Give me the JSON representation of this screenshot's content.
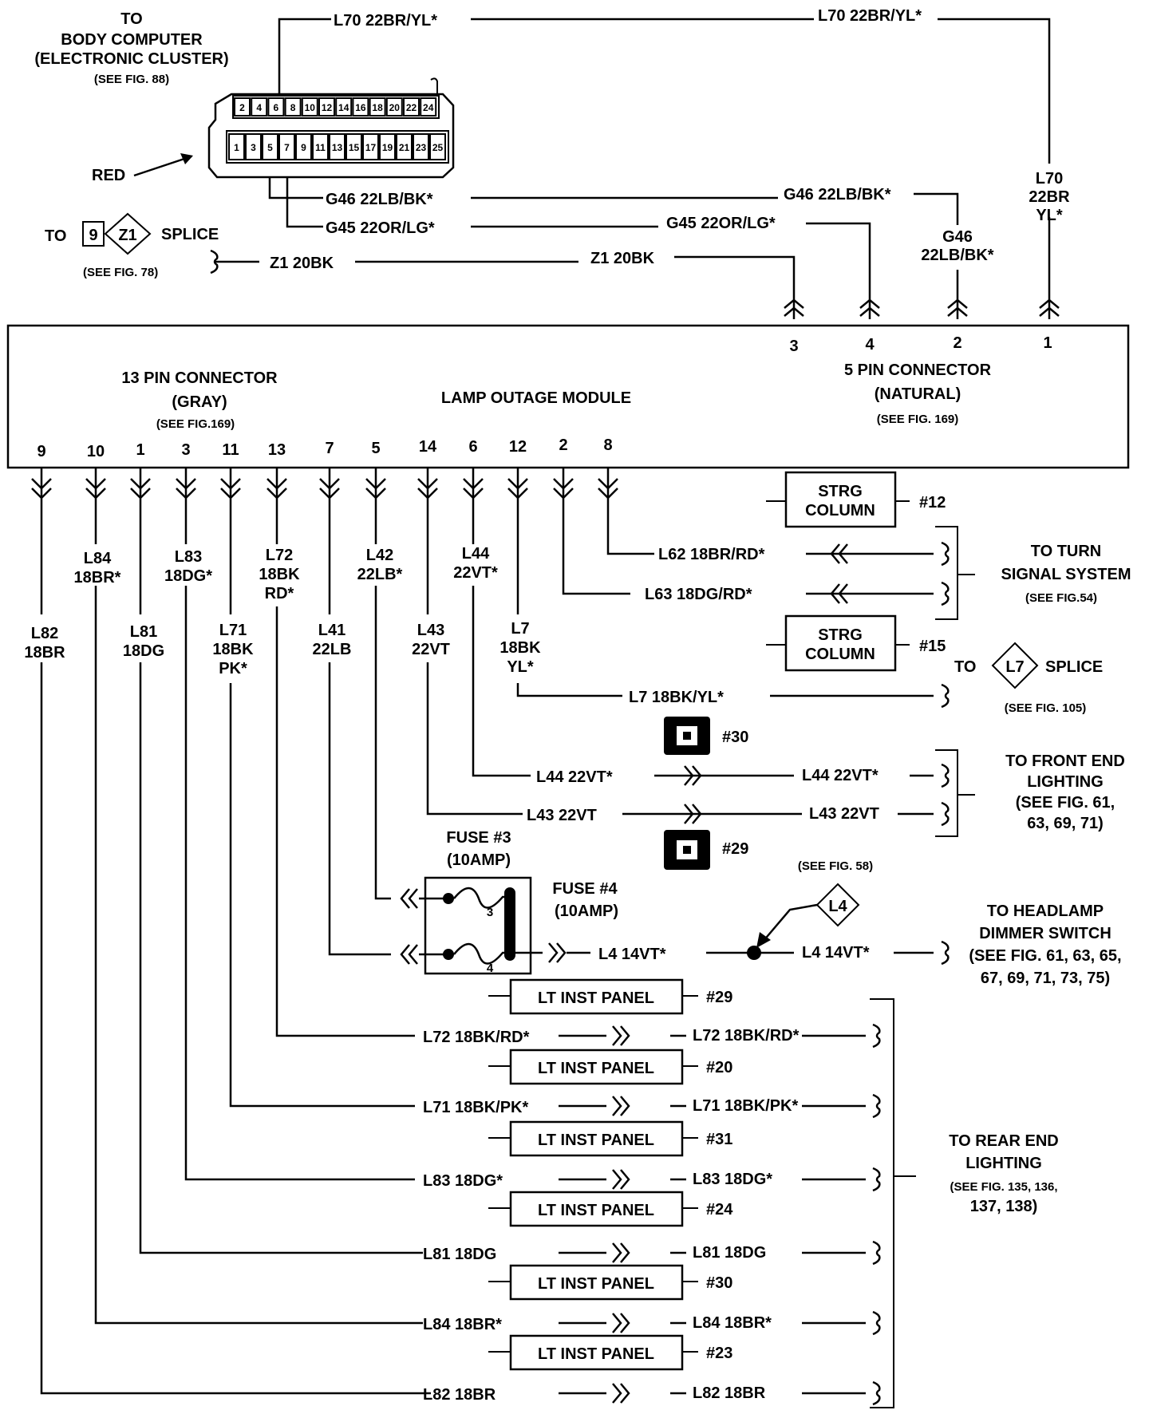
{
  "body_computer": {
    "to": "TO",
    "name": "BODY COMPUTER",
    "sub": "(ELECTRONIC CLUSTER)",
    "see": "(SEE FIG. 88)",
    "red": "RED",
    "top_pins": [
      "2",
      "4",
      "6",
      "8",
      "10",
      "12",
      "14",
      "16",
      "18",
      "20",
      "22",
      "24"
    ],
    "bottom_pins": [
      "1",
      "3",
      "5",
      "7",
      "9",
      "11",
      "13",
      "15",
      "17",
      "19",
      "21",
      "23",
      "25"
    ]
  },
  "top_wires": {
    "l70_a": "L70 22BR/YL*",
    "l70_b": "L70 22BR/YL*",
    "l70_v1": "L70",
    "l70_v2": "22BR",
    "l70_v3": "YL*",
    "g46_a": "G46 22LB/BK*",
    "g46_b": "G46 22LB/BK*",
    "g46_v1": "G46",
    "g46_v2": "22LB/BK*",
    "g45_a": "G45 22OR/LG*",
    "g45_b": "G45 22OR/LG*",
    "z1_a": "Z1 20BK",
    "z1_b": "Z1 20BK"
  },
  "z1_splice": {
    "to": "TO",
    "num": "9",
    "id": "Z1",
    "splice": "SPLICE",
    "see": "(SEE FIG. 78)"
  },
  "module": {
    "title": "LAMP OUTAGE MODULE",
    "c13_title": "13 PIN CONNECTOR",
    "c13_color": "(GRAY)",
    "c13_see": "(SEE FIG.169)",
    "c5_title": "5 PIN CONNECTOR",
    "c5_color": "(NATURAL)",
    "c5_see": "(SEE FIG. 169)",
    "c5_pins": [
      "3",
      "4",
      "2",
      "1"
    ],
    "c13_pins": [
      "9",
      "10",
      "1",
      "3",
      "11",
      "13",
      "7",
      "5",
      "14",
      "6",
      "12",
      "2",
      "8"
    ]
  },
  "vertical_labels": {
    "l82_1": "L82",
    "l82_2": "18BR",
    "l84_1": "L84",
    "l84_2": "18BR*",
    "l81_1": "L81",
    "l81_2": "18DG",
    "l83_1": "L83",
    "l83_2": "18DG*",
    "l71_1": "L71",
    "l71_2": "18BK",
    "l71_3": "PK*",
    "l72_1": "L72",
    "l72_2": "18BK",
    "l72_3": "RD*",
    "l41_1": "L41",
    "l41_2": "22LB",
    "l42_1": "L42",
    "l42_2": "22LB*",
    "l43_1": "L43",
    "l43_2": "22VT",
    "l44_1": "L44",
    "l44_2": "22VT*",
    "l7_1": "L7",
    "l7_2": "18BK",
    "l7_3": "YL*"
  },
  "turn_signal": {
    "strg1_a": "STRG",
    "strg1_b": "COLUMN",
    "strg1_ref": "#12",
    "strg2_a": "STRG",
    "strg2_b": "COLUMN",
    "strg2_ref": "#15",
    "l62": "L62 18BR/RD*",
    "l63": "L63 18DG/RD*",
    "dest_1": "TO TURN",
    "dest_2": "SIGNAL SYSTEM",
    "dest_3": "(SEE FIG.54)"
  },
  "l7_splice": {
    "wire": "L7 18BK/YL*",
    "to": "TO",
    "id": "L7",
    "splice": "SPLICE",
    "see": "(SEE FIG. 105)"
  },
  "front_end": {
    "ref30": "#30",
    "ref29": "#29",
    "l44_a": "L44 22VT*",
    "l44_b": "L44 22VT*",
    "l43_a": "L43 22VT",
    "l43_b": "L43 22VT",
    "dest_1": "TO FRONT END",
    "dest_2": "LIGHTING",
    "dest_3": "(SEE FIG. 61,",
    "dest_4": "63, 69, 71)"
  },
  "fuses": {
    "f3_1": "FUSE #3",
    "f3_2": "(10AMP)",
    "f4_1": "FUSE #4",
    "f4_2": "(10AMP)",
    "n3": "3",
    "n4": "4"
  },
  "headlamp": {
    "l4_a": "L4 14VT*",
    "l4_b": "L4 14VT*",
    "see58": "(SEE FIG. 58)",
    "l4_id": "L4",
    "dest_1": "TO HEADLAMP",
    "dest_2": "DIMMER SWITCH",
    "dest_3": "(SEE FIG. 61, 63, 65,",
    "dest_4": "67, 69, 71, 73, 75)"
  },
  "rear_end": {
    "panel": "LT INST PANEL",
    "p1_ref": "#29",
    "p2_ref": "#20",
    "p3_ref": "#31",
    "p4_ref": "#24",
    "p5_ref": "#30",
    "p6_ref": "#23",
    "w1_a": "L72 18BK/RD*",
    "w1_b": "L72 18BK/RD*",
    "w2_a": "L71 18BK/PK*",
    "w2_b": "L71 18BK/PK*",
    "w3_a": "L83 18DG*",
    "w3_b": "L83 18DG*",
    "w4_a": "L81 18DG",
    "w4_b": "L81 18DG",
    "w5_a": "L84 18BR*",
    "w5_b": "L84 18BR*",
    "w6_a": "L82 18BR",
    "w6_b": "L82 18BR",
    "dest_1": "TO REAR END",
    "dest_2": "LIGHTING",
    "dest_3": "(SEE FIG. 135, 136,",
    "dest_4": "137, 138)"
  }
}
